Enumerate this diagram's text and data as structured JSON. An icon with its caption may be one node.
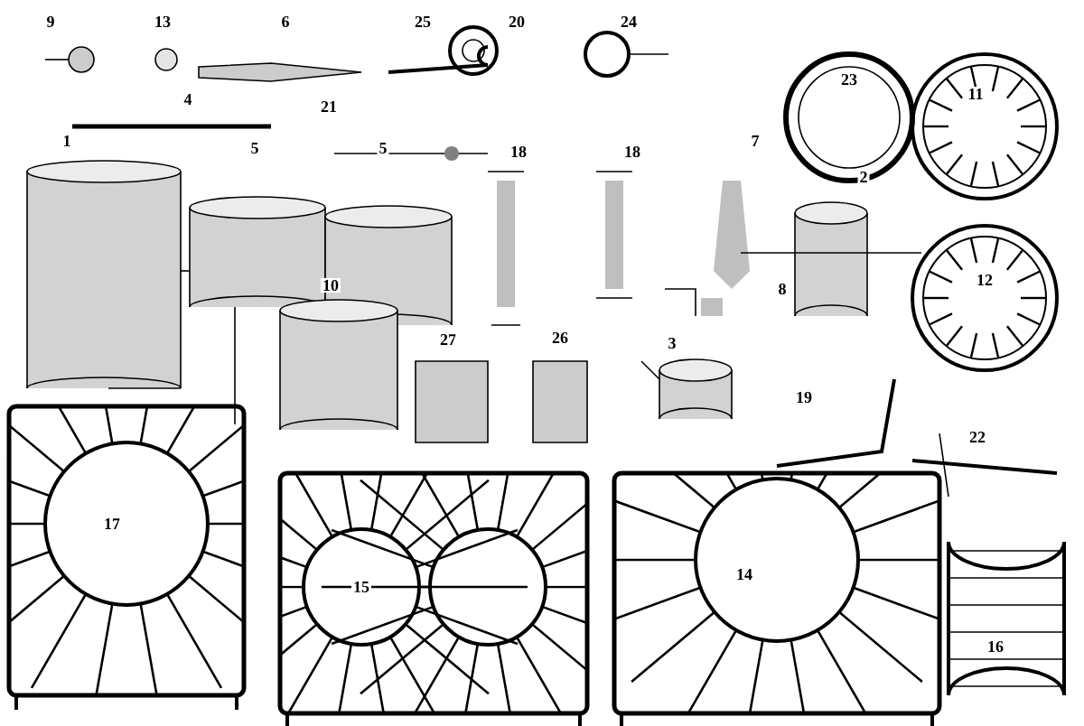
{
  "diagram": {
    "labels": [
      "9",
      "13",
      "6",
      "25",
      "20",
      "24",
      "23",
      "11",
      "4",
      "21",
      "1",
      "5",
      "5",
      "18",
      "18",
      "7",
      "2",
      "10",
      "8",
      "12",
      "27",
      "26",
      "3",
      "19",
      "22",
      "17",
      "15",
      "14",
      "16"
    ]
  }
}
